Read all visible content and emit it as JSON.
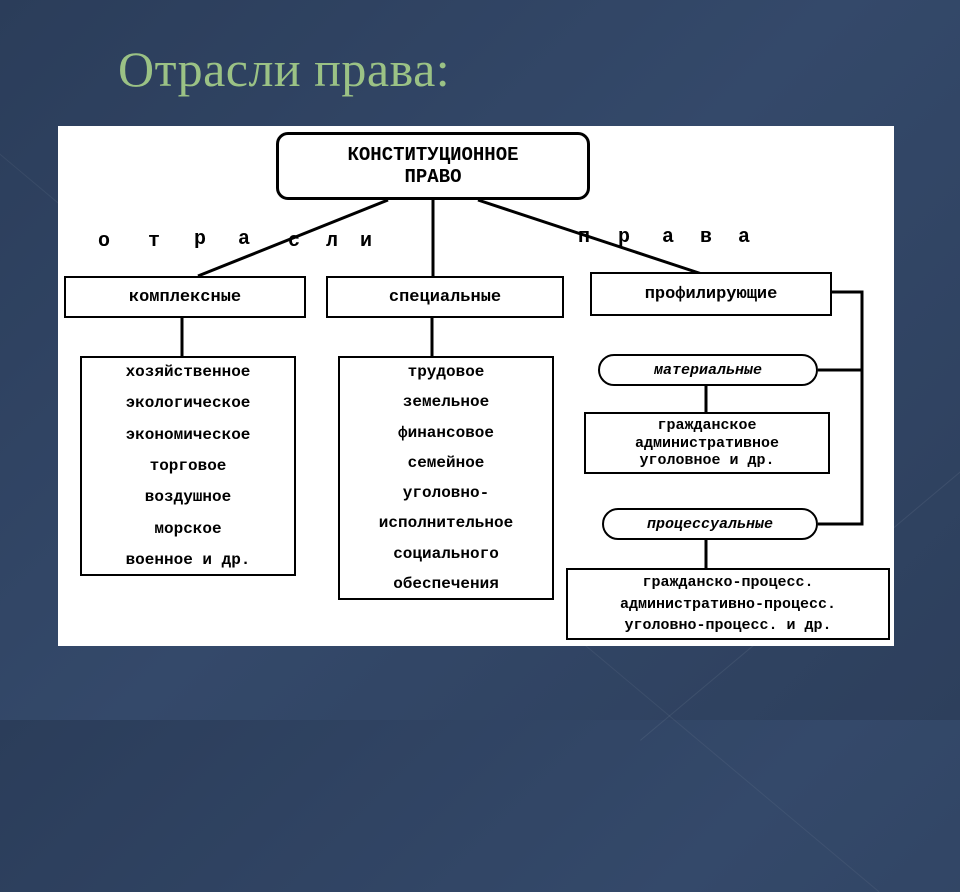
{
  "slide": {
    "title": "Отрасли права:"
  },
  "diagram": {
    "root": "КОНСТИТУЦИОННОЕ\nПРАВО",
    "connector_words": {
      "left": [
        "о",
        "т",
        "р",
        "а",
        "с",
        "л",
        "и"
      ],
      "right": [
        "п",
        "р",
        "а",
        "в",
        "а"
      ]
    },
    "categories": {
      "complex": "комплексные",
      "special": "специальные",
      "profiling": "профилирующие"
    },
    "complex_items": [
      "хозяйственное",
      "экологическое",
      "экономическое",
      "торговое",
      "воздушное",
      "морское",
      "военное и др."
    ],
    "special_items": [
      "трудовое",
      "земельное",
      "финансовое",
      "семейное",
      "уголовно-",
      "исполнительное",
      "социального",
      "обеспечения"
    ],
    "material": {
      "label": "материальные",
      "items": [
        "гражданское",
        "административное",
        "уголовное и др."
      ]
    },
    "procedural": {
      "label": "процессуальные",
      "items": [
        "гражданско-процесс.",
        "административно-процесс.",
        "уголовно-процесс. и др."
      ]
    }
  }
}
